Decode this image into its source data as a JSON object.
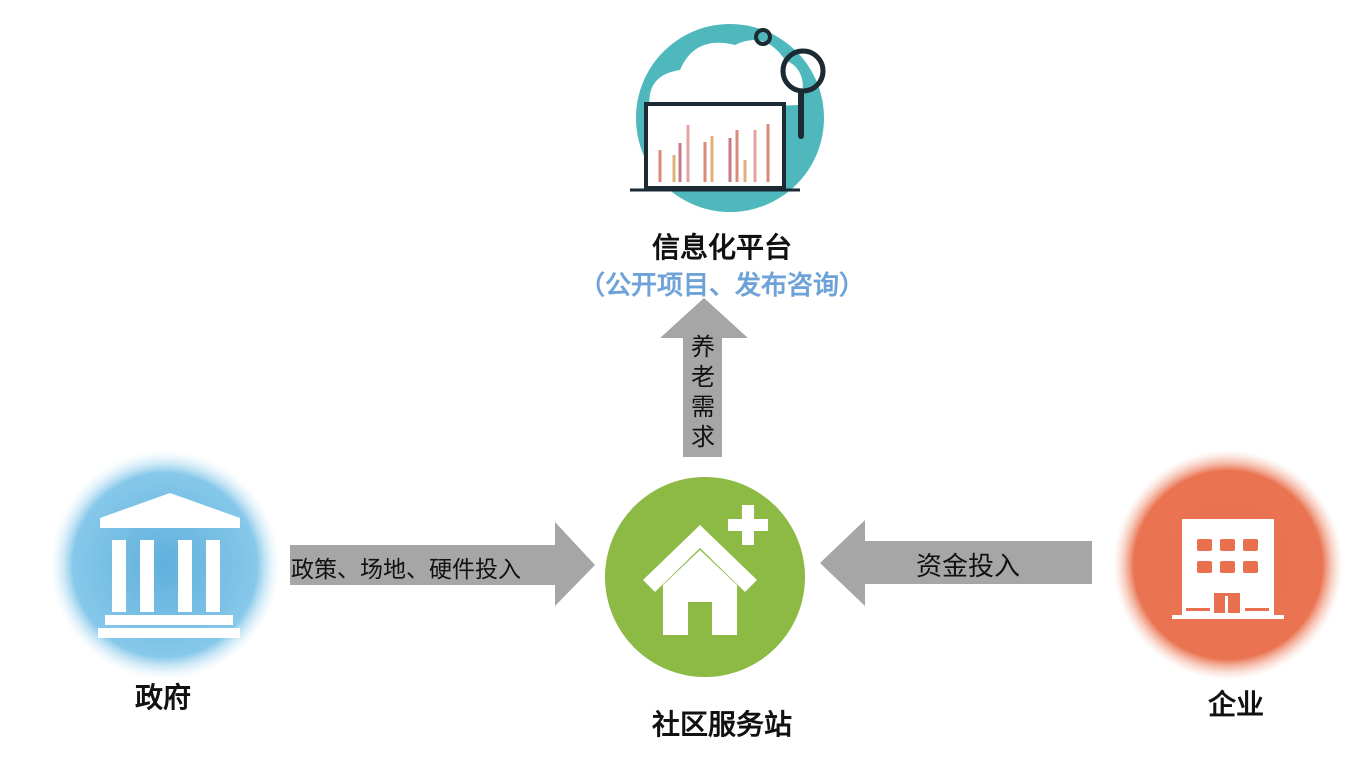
{
  "nodes": {
    "platform": {
      "title": "信息化平台",
      "subtitle": "（公开项目、发布咨询）",
      "color": "#4fb8bd"
    },
    "government": {
      "title": "政府",
      "color": "#7cc2e6"
    },
    "station": {
      "title": "社区服务站",
      "color": "#8cba44"
    },
    "enterprise": {
      "title": "企业",
      "color": "#e8704f"
    }
  },
  "arrows": {
    "demand": {
      "label": "养老需求"
    },
    "government_input": {
      "label": "政策、场地、硬件投入"
    },
    "enterprise_input": {
      "label": "资金投入"
    }
  }
}
